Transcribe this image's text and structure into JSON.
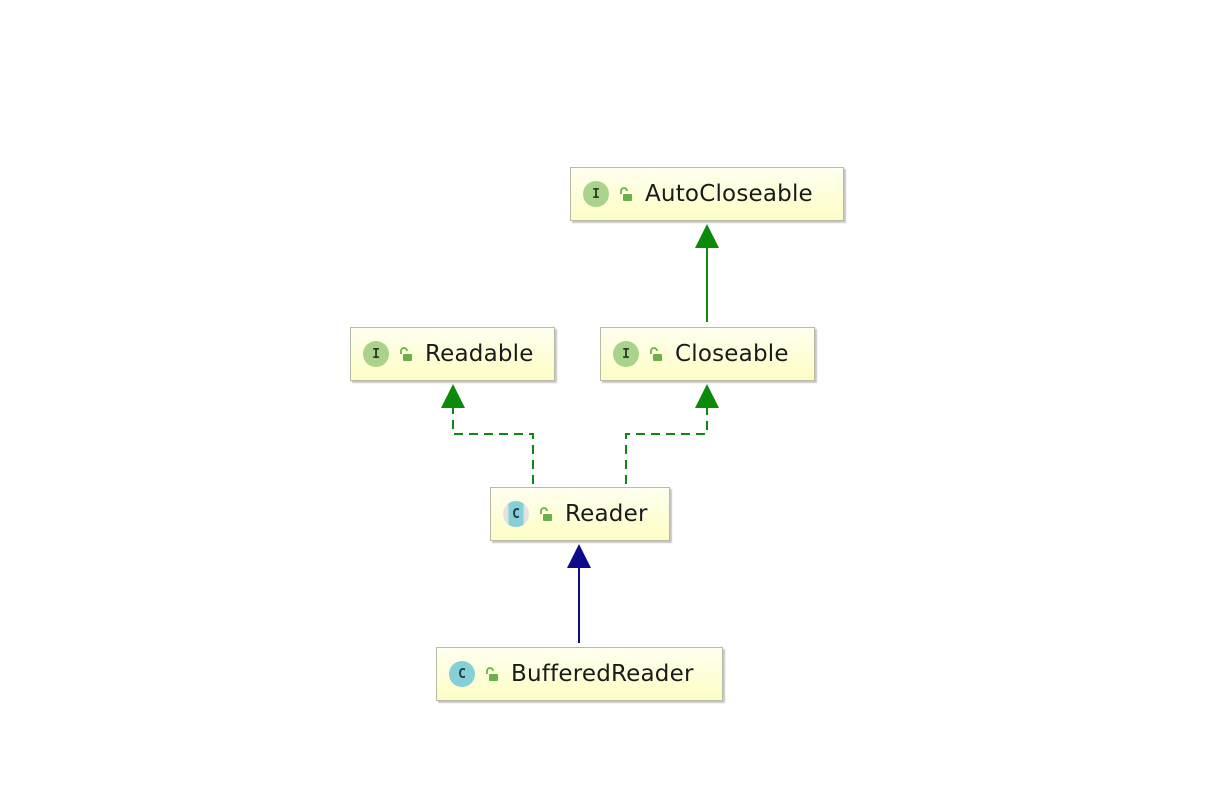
{
  "diagram": {
    "nodes": [
      {
        "id": "autocloseable",
        "kind": "I",
        "kind_type": "interface",
        "label": "AutoCloseable"
      },
      {
        "id": "readable",
        "kind": "I",
        "kind_type": "interface",
        "label": "Readable"
      },
      {
        "id": "closeable",
        "kind": "I",
        "kind_type": "interface",
        "label": "Closeable"
      },
      {
        "id": "reader",
        "kind": "C",
        "kind_type": "abstract-class",
        "label": "Reader"
      },
      {
        "id": "bufferedreader",
        "kind": "C",
        "kind_type": "class",
        "label": "BufferedReader"
      }
    ],
    "edges": [
      {
        "from": "closeable",
        "to": "autocloseable",
        "relation": "extends",
        "style": "solid",
        "color": "#0c8a0c"
      },
      {
        "from": "reader",
        "to": "readable",
        "relation": "implements",
        "style": "dashed",
        "color": "#0c8a0c"
      },
      {
        "from": "reader",
        "to": "closeable",
        "relation": "implements",
        "style": "dashed",
        "color": "#0c8a0c"
      },
      {
        "from": "bufferedreader",
        "to": "reader",
        "relation": "extends",
        "style": "solid",
        "color": "#0c0c8a"
      }
    ],
    "colors": {
      "interface_edge": "#0c8a0c",
      "class_edge": "#0c0c8a",
      "node_fill": "#fdfdc4",
      "interface_badge": "#a9d38a",
      "class_badge": "#86cfd7",
      "lock": "#6cae4a"
    }
  }
}
